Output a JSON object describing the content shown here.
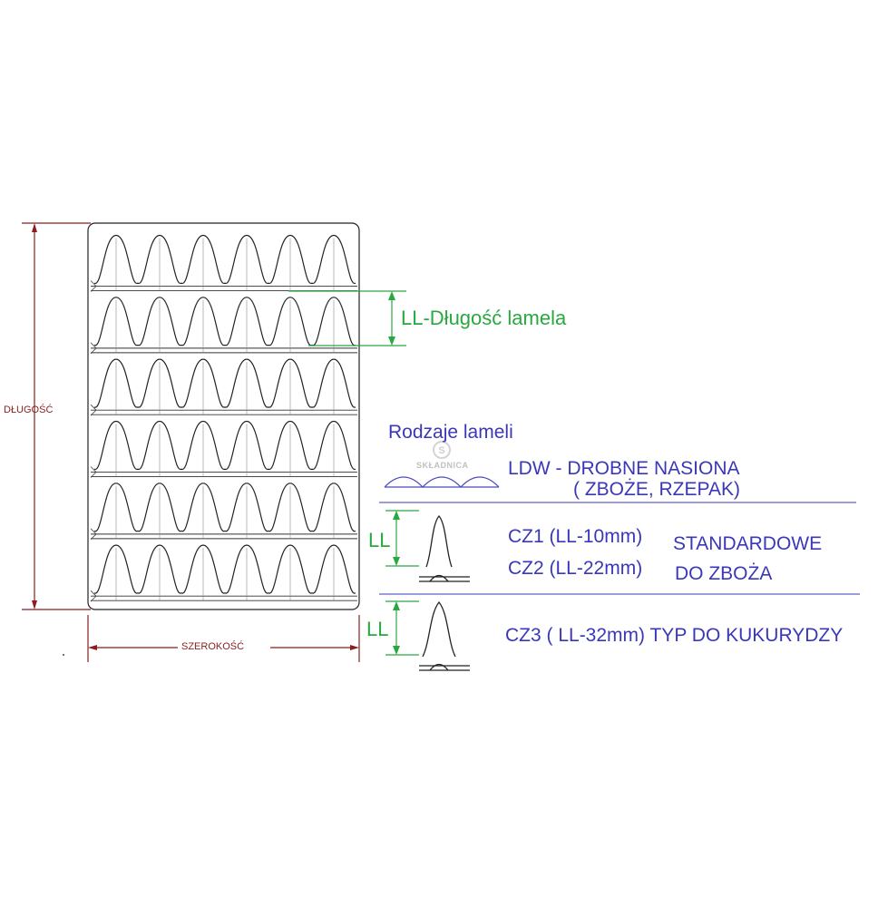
{
  "dimensions": {
    "length_label": "DŁUGOŚĆ",
    "width_label": "SZEROKOŚĆ"
  },
  "callout": {
    "ll_length_label": "LL-Długość lamela"
  },
  "legend": {
    "title": "Rodzaje lameli",
    "watermark": "SKŁADNICA",
    "ldw_line1": "LDW - DROBNE NASIONA",
    "ldw_line2": "( ZBOŻE, RZEPAK)",
    "ll_label_1": "LL",
    "cz1": "CZ1 (LL-10mm)",
    "cz2": "CZ2 (LL-22mm)",
    "standard_line1": "STANDARDOWE",
    "standard_line2": "DO ZBOŻA",
    "ll_label_2": "LL",
    "cz3": "CZ3 ( LL-32mm) TYP DO KUKURYDZY"
  },
  "colors": {
    "green": "#2aa840",
    "blue": "#3a38b8",
    "dark_red": "#8a1e1e",
    "outline": "#222222"
  },
  "grid": {
    "rows": 6,
    "columns": 6
  }
}
